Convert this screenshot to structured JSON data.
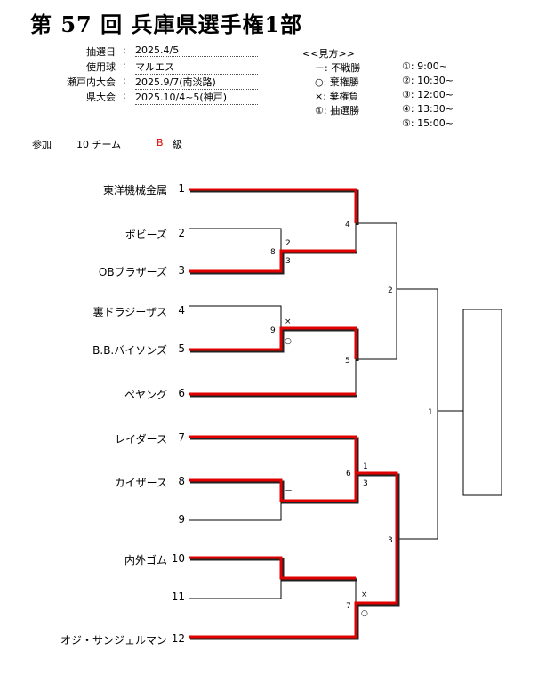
{
  "title": "第 57 回 兵庫県選手権1部",
  "info": [
    {
      "label": "抽選日",
      "value": "2025.4/5"
    },
    {
      "label": "使用球",
      "value": "マルエス"
    },
    {
      "label": "瀬戸内大会",
      "value": "2025.9/7(南淡路)"
    },
    {
      "label": "県大会",
      "value": "2025.10/4~5(神戸)"
    }
  ],
  "legend": {
    "title": "<<見方>>",
    "items": [
      "－: 不戦勝",
      "○: 棄権勝",
      "×: 棄権負",
      "①: 抽選勝"
    ],
    "times": [
      "①: 9:00~",
      "②: 10:30~",
      "③: 12:00~",
      "④: 13:30~",
      "⑤: 15:00~"
    ]
  },
  "participants": {
    "label": "参加",
    "count": "10 チーム",
    "class_letter": "B",
    "class_suffix": "級"
  },
  "teams": [
    {
      "name": "東洋機械金属",
      "seed": "1"
    },
    {
      "name": "ボビーズ",
      "seed": "2"
    },
    {
      "name": "OBブラザーズ",
      "seed": "3"
    },
    {
      "name": "裏ドラジーザス",
      "seed": "4"
    },
    {
      "name": "B.B.バイソンズ",
      "seed": "5"
    },
    {
      "name": "ペヤング",
      "seed": "6"
    },
    {
      "name": "レイダース",
      "seed": "7"
    },
    {
      "name": "カイザース",
      "seed": "8"
    },
    {
      "name": "",
      "seed": "9"
    },
    {
      "name": "内外ゴム",
      "seed": "10"
    },
    {
      "name": "",
      "seed": "11"
    },
    {
      "name": "オジ・サンジェルマン",
      "seed": "12"
    }
  ],
  "matches": {
    "m8": "8",
    "m8_top": "2",
    "m8_bot": "3",
    "m9": "9",
    "m9_top": "×",
    "m9_bot": "○",
    "m4": "4",
    "m5": "5",
    "m2": "2",
    "m6": "6",
    "m6_top": "1",
    "m6_bot": "3",
    "m7": "7",
    "m7_top": "×",
    "m7_bot": "○",
    "mA": "－",
    "mB": "－",
    "m3": "3",
    "m1": "1"
  },
  "colors": {
    "win": "#e00000",
    "line": "#000000",
    "shadow": "#222222"
  }
}
